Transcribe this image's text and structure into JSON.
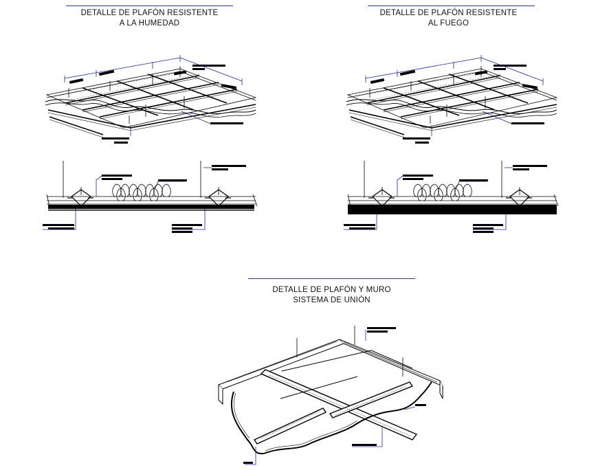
{
  "details": [
    {
      "title_line1": "DETALLE DE PLAFÓN RESISTENTE",
      "title_line2": "A LA HUMEDAD"
    },
    {
      "title_line1": "DETALLE DE PLAFÓN RESISTENTE",
      "title_line2": "AL FUEGO"
    },
    {
      "title_line1": "DETALLE DE PLAFÓN Y MURO",
      "title_line2": "SISTEMA DE UNIÓN"
    }
  ],
  "colors": {
    "ink": "#000000",
    "title_rule": "#2b3a8a",
    "dimension_line": "#1a2a9a",
    "label_ink": "#111111"
  }
}
